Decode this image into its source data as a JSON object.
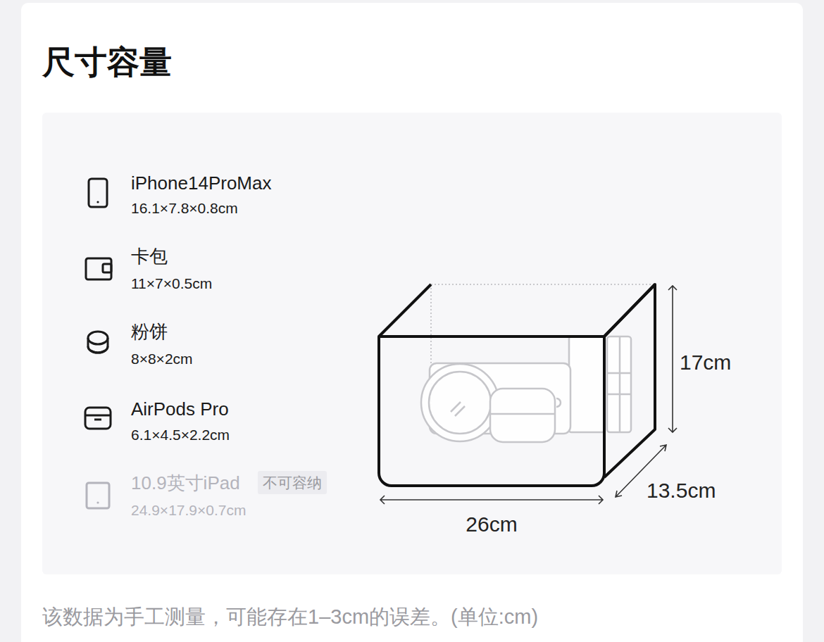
{
  "diagram": {
    "title": "尺寸容量",
    "caption": "该数据为手工测量，可能存在1–3cm的误差。(单位:cm)",
    "nodes": [
      {
        "text": [
          "不可容纳"
        ]
      }
    ],
    "labels": [
      "iPhone14ProMax",
      "16.1×7.8×0.8cm",
      "卡包",
      "11×7×0.5cm",
      "粉饼",
      "8×8×2cm",
      "AirPods Pro",
      "6.1×4.5×2.2cm",
      "10.9英寸iPad",
      "24.9×17.9×0.7cm",
      "17cm",
      "13.5cm",
      "26cm"
    ]
  }
}
